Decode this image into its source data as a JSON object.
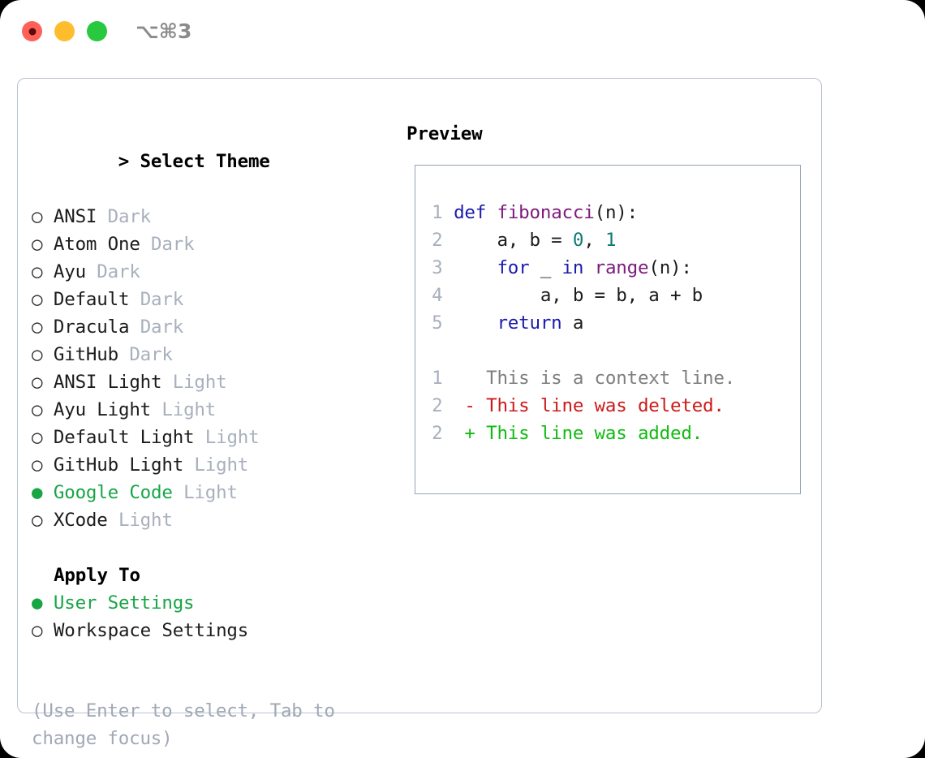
{
  "window": {
    "shortcut": "⌥⌘3",
    "traffic_lights": [
      {
        "name": "close",
        "color": "#ff6058"
      },
      {
        "name": "minimize",
        "color": "#ffbd2e"
      },
      {
        "name": "maximize",
        "color": "#28c93f"
      }
    ]
  },
  "theme_panel": {
    "caret": ">",
    "header": "Select Theme",
    "bullet_off": "○",
    "bullet_on": "●",
    "items": [
      {
        "name": "ANSI",
        "kind": "Dark",
        "selected": false
      },
      {
        "name": "Atom One",
        "kind": "Dark",
        "selected": false
      },
      {
        "name": "Ayu",
        "kind": "Dark",
        "selected": false
      },
      {
        "name": "Default",
        "kind": "Dark",
        "selected": false
      },
      {
        "name": "Dracula",
        "kind": "Dark",
        "selected": false
      },
      {
        "name": "GitHub",
        "kind": "Dark",
        "selected": false
      },
      {
        "name": "ANSI Light",
        "kind": "Light",
        "selected": false
      },
      {
        "name": "Ayu Light",
        "kind": "Light",
        "selected": false
      },
      {
        "name": "Default Light",
        "kind": "Light",
        "selected": false
      },
      {
        "name": "GitHub Light",
        "kind": "Light",
        "selected": false
      },
      {
        "name": "Google Code",
        "kind": "Light",
        "selected": true
      },
      {
        "name": "XCode",
        "kind": "Light",
        "selected": false
      }
    ]
  },
  "apply_to": {
    "header": "Apply To",
    "items": [
      {
        "name": "User Settings",
        "selected": true
      },
      {
        "name": "Workspace Settings",
        "selected": false
      }
    ]
  },
  "hint": "(Use Enter to select, Tab to change focus)",
  "preview": {
    "title": "Preview",
    "code_lines": [
      {
        "num": "1",
        "tokens": [
          {
            "t": "def",
            "c": "kw"
          },
          {
            "t": " ",
            "c": "plain"
          },
          {
            "t": "fibonacci",
            "c": "fn"
          },
          {
            "t": "(n):",
            "c": "punct"
          }
        ]
      },
      {
        "num": "2",
        "tokens": [
          {
            "t": "    a, b = ",
            "c": "plain"
          },
          {
            "t": "0",
            "c": "num"
          },
          {
            "t": ", ",
            "c": "plain"
          },
          {
            "t": "1",
            "c": "num"
          }
        ]
      },
      {
        "num": "3",
        "tokens": [
          {
            "t": "    ",
            "c": "plain"
          },
          {
            "t": "for",
            "c": "kw"
          },
          {
            "t": " _ ",
            "c": "plain"
          },
          {
            "t": "in",
            "c": "kw"
          },
          {
            "t": " ",
            "c": "plain"
          },
          {
            "t": "range",
            "c": "fn"
          },
          {
            "t": "(n):",
            "c": "punct"
          }
        ]
      },
      {
        "num": "4",
        "tokens": [
          {
            "t": "        a, b = b, a + b",
            "c": "plain"
          }
        ]
      },
      {
        "num": "5",
        "tokens": [
          {
            "t": "    ",
            "c": "plain"
          },
          {
            "t": "return",
            "c": "kw"
          },
          {
            "t": " a",
            "c": "plain"
          }
        ]
      }
    ],
    "diff_lines": [
      {
        "num": "1",
        "marker": " ",
        "text": "This is a context line.",
        "kind": "ctx"
      },
      {
        "num": "2",
        "marker": "-",
        "text": "This line was deleted.",
        "kind": "del"
      },
      {
        "num": "2",
        "marker": "+",
        "text": "This line was added.",
        "kind": "add"
      }
    ]
  },
  "colors": {
    "keyword": "#1b1bae",
    "function": "#7d1b7d",
    "number": "#0f7a74",
    "muted": "#a8b0bd",
    "selected_green": "#17a546",
    "diff_add": "#11bb11",
    "diff_del": "#cc1a1a",
    "diff_ctx": "#7e7e7e",
    "border": "#b9c2cf",
    "preview_border": "#96a2b3"
  }
}
